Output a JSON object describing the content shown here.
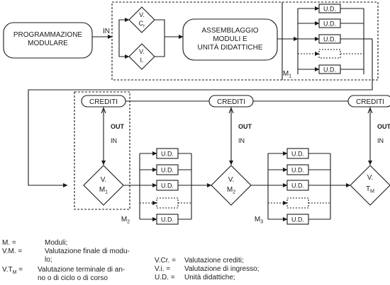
{
  "diagram": {
    "programmazione": [
      "PROGRAMMAZIONE",
      "MODULARE"
    ],
    "assemblaggio": [
      "ASSEMBLAGGIO",
      "MODULI E",
      "UNITÀ DIDATTICHE"
    ],
    "in_label": "IN",
    "out_label": "OUT",
    "crediti_label": "CREDITI",
    "ud_label": "U.D.",
    "v_label": "V.",
    "vcr_sub": "Cr",
    "vi_sub": "I.",
    "m_prefix": "M",
    "t_prefix": "T",
    "m1_sub": "1",
    "m2_sub": "2",
    "m3_sub": "3",
    "tm_sub": "M"
  },
  "legend": [
    {
      "abbr": "M. =",
      "desc": "Moduli;"
    },
    {
      "abbr": "V.M. =",
      "desc": "Valutazione finale di modu-"
    },
    {
      "abbr": "",
      "desc": "lo;"
    },
    {
      "abbr": "V.T",
      "abbr_sub": "M",
      "abbr_tail": " =",
      "desc": "Valutazione terminale di an-"
    },
    {
      "abbr": "",
      "desc": "no o di ciclo o di corso"
    },
    {
      "abbr": "V.Cr. =",
      "desc": "Valutazione crediti;"
    },
    {
      "abbr": "V.i. =",
      "desc": "Valutazione di ingresso;"
    },
    {
      "abbr": "U.D. =",
      "desc": "Unità didattiche;"
    }
  ]
}
